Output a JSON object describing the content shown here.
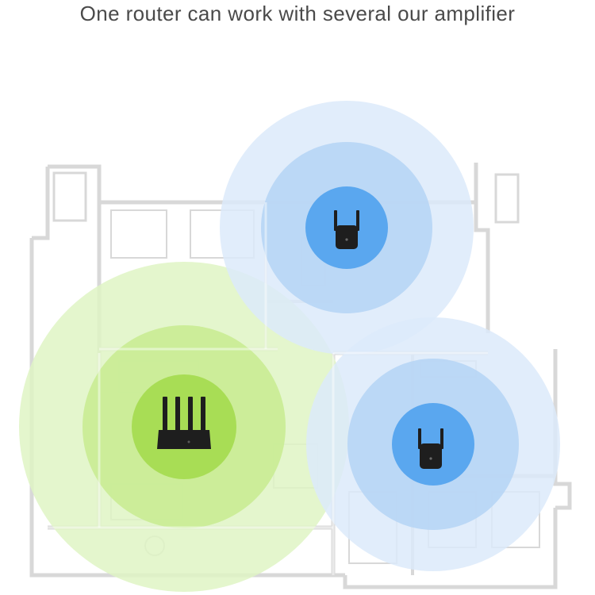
{
  "headline": "One router can work with several our amplifier",
  "colors": {
    "background": "#ffffff",
    "headline_text": "#4a4a4a",
    "floorplan_wall": "#d8d8d8",
    "router_coverage_outer": "#dff4c4",
    "router_coverage_mid": "#c9ec93",
    "router_coverage_inner": "#a8dd55",
    "amplifier_coverage_outer": "#dceafa",
    "amplifier_coverage_mid": "#b7d5f5",
    "amplifier_coverage_inner": "#5aa7ef",
    "device_body": "#1e1e1e"
  },
  "devices": [
    {
      "name": "router",
      "icon": "router-icon"
    },
    {
      "name": "amplifier-top",
      "icon": "wifi-amplifier-icon"
    },
    {
      "name": "amplifier-bottom",
      "icon": "wifi-amplifier-icon"
    }
  ]
}
